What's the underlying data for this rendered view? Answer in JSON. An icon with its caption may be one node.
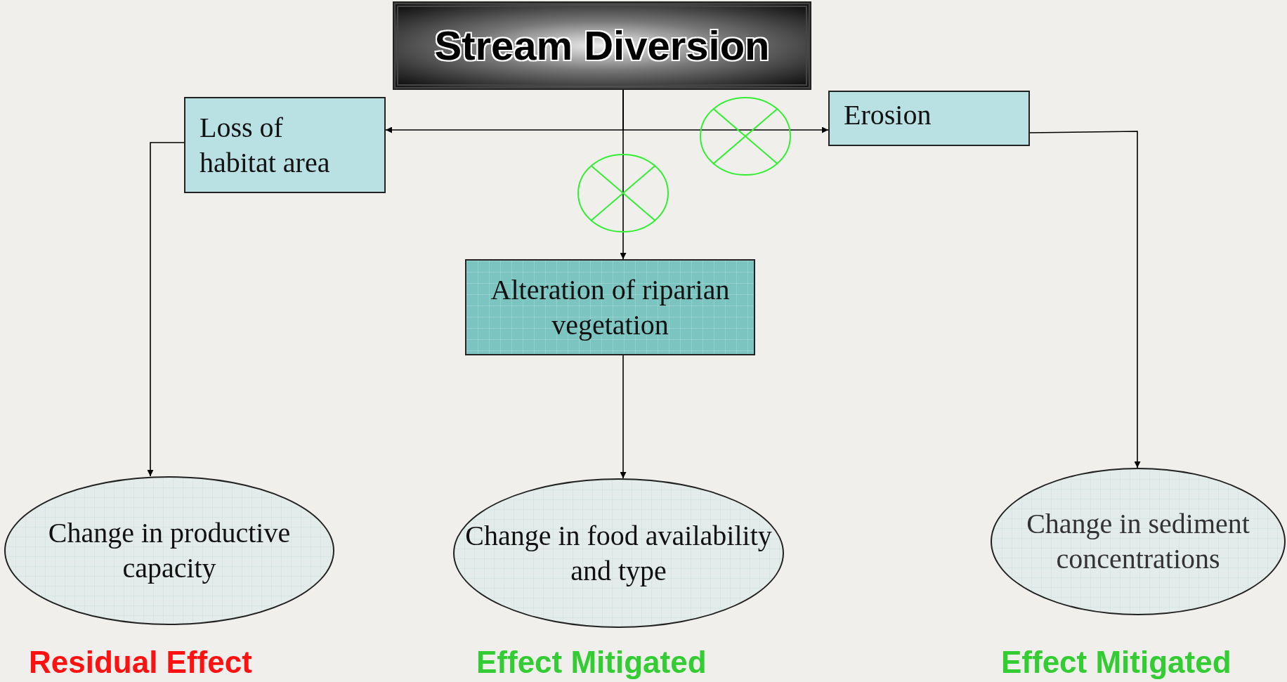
{
  "diagram": {
    "nodes": [
      {
        "text": [
          "Stream Diversion"
        ]
      },
      {
        "text": [
          "Loss of habitat area"
        ]
      },
      {
        "text": [
          "Erosion"
        ]
      },
      {
        "text": [
          "Alteration of riparian vegetation"
        ]
      },
      {
        "text": [
          "Change in productive capacity"
        ],
        "beside": [
          "Residual Effect"
        ]
      },
      {
        "text": [
          "Change in food availability and type"
        ],
        "beside": [
          "Effect Mitigated"
        ]
      },
      {
        "text": [
          "Change in sediment concentrations"
        ],
        "beside": [
          "Effect Mitigated"
        ]
      }
    ],
    "edges": [
      {
        "from": 0,
        "to": 3,
        "arrow": "to"
      },
      {
        "from": 0,
        "to": 1,
        "arrow": "to"
      },
      {
        "from": 0,
        "to": 2,
        "arrow": "to"
      },
      {
        "from": 1,
        "to": 4,
        "arrow": "to"
      },
      {
        "from": 3,
        "to": 5,
        "arrow": "to"
      },
      {
        "from": 2,
        "to": 6,
        "arrow": "to"
      }
    ]
  }
}
